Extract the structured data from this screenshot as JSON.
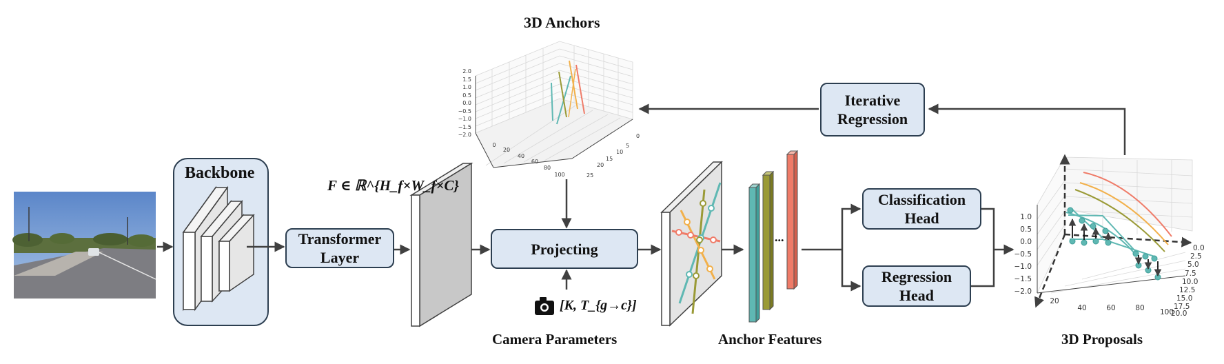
{
  "labels": {
    "anchors_title": "3D Anchors",
    "backbone": "Backbone",
    "feature_formula": "F ∈ ℝ^{H_f×W_f×C}",
    "transformer_line1": "Transformer",
    "transformer_line2": "Layer",
    "projecting": "Projecting",
    "camera_params_math": "[K, T_{g→c}]",
    "camera_parameters": "Camera Parameters",
    "anchor_features": "Anchor Features",
    "ellipsis": "...",
    "classification_line1": "Classification",
    "classification_line2": "Head",
    "regression_line1": "Regression",
    "regression_line2": "Head",
    "iterative_line1": "Iterative",
    "iterative_line2": "Regression",
    "proposals_title": "3D Proposals"
  },
  "anchors_plot": {
    "z_ticks": [
      "2.0",
      "1.5",
      "1.0",
      "0.5",
      "0.0",
      "−0.5",
      "−1.0",
      "−1.5",
      "−2.0"
    ],
    "x_ticks": [
      "0",
      "20",
      "40",
      "60",
      "80",
      "100"
    ],
    "y_ticks": [
      "0",
      "5",
      "10",
      "15",
      "20",
      "25"
    ]
  },
  "proposals_plot": {
    "z_ticks": [
      "1.0",
      "0.5",
      "0.0",
      "−0.5",
      "−1.0",
      "−1.5",
      "−2.0"
    ],
    "x_ticks": [
      "20",
      "40",
      "60",
      "80",
      "100"
    ],
    "y_ticks": [
      "0.0",
      "2.5",
      "5.0",
      "7.5",
      "10.0",
      "12.5",
      "15.0",
      "17.5",
      "20.0"
    ]
  },
  "colors": {
    "box_fill": "#dde7f3",
    "box_border": "#2c3e50",
    "arrow": "#404040",
    "teal": "#5fb8b3",
    "olive": "#9a9a36",
    "orange": "#f2b04a",
    "salmon": "#ef7b68"
  },
  "icons": [
    "camera-icon"
  ]
}
